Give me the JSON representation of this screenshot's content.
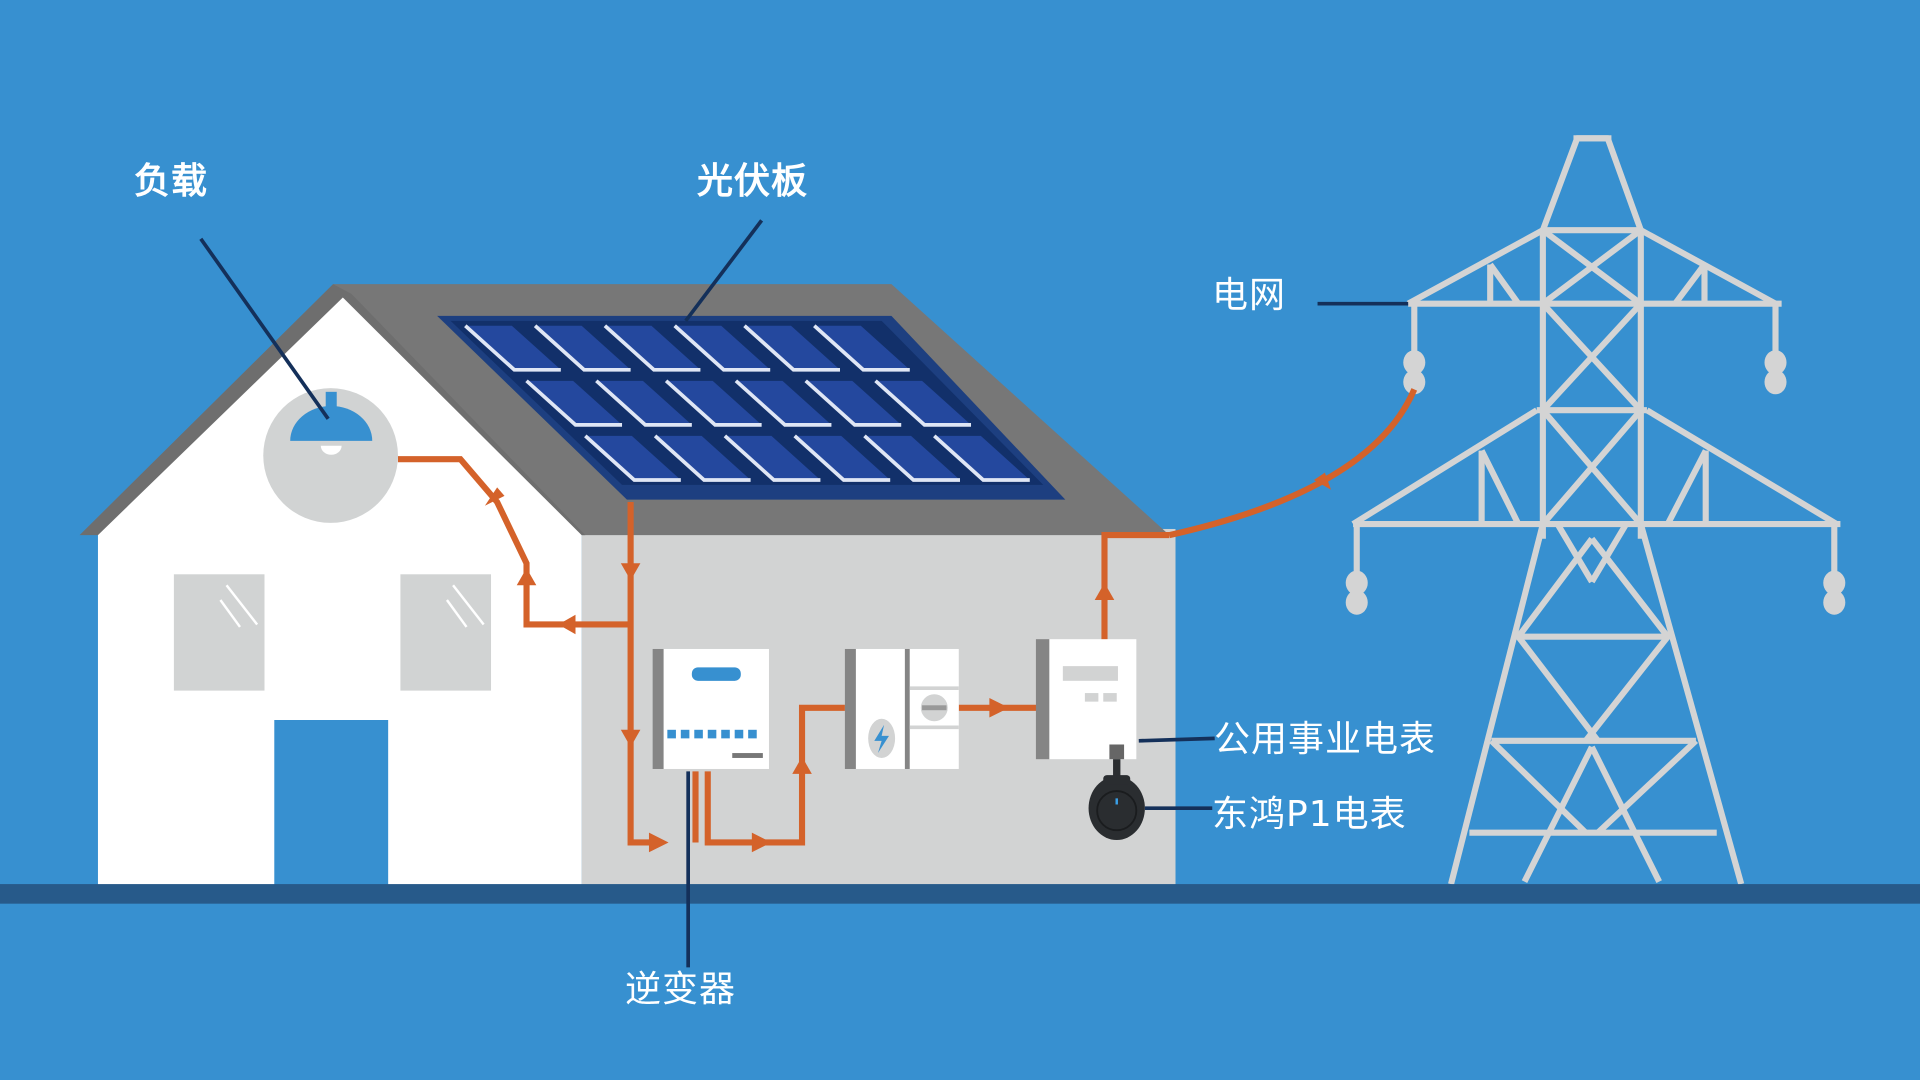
{
  "title": "Solar PV system with grid connection",
  "colors": {
    "background": "#3790d0",
    "ground": "#275a8a",
    "roof": "#777777",
    "house_front": "#ffffff",
    "house_side": "#d2d3d3",
    "solar_panel": "#24489e",
    "power_flow": "#d4622a",
    "leader_line": "#14305a",
    "tower": "#d4d4d4"
  },
  "labels": {
    "load": "负载",
    "pv_panel": "光伏板",
    "grid": "电网",
    "utility_meter": "公用事业电表",
    "p1_meter": "东鸿P1电表",
    "inverter": "逆变器"
  },
  "components": [
    {
      "id": "load",
      "label_key": "load",
      "icon": "lamp-icon"
    },
    {
      "id": "pv_panel",
      "label_key": "pv_panel",
      "icon": "solar-panel-icon",
      "rows": 3,
      "cols": 6
    },
    {
      "id": "inverter",
      "label_key": "inverter",
      "icon": "inverter-icon"
    },
    {
      "id": "battery_unit",
      "label_key": null,
      "icon": "battery-charger-icon"
    },
    {
      "id": "utility_meter",
      "label_key": "utility_meter",
      "icon": "meter-icon"
    },
    {
      "id": "p1_meter",
      "label_key": "p1_meter",
      "icon": "p1-dongle-icon"
    },
    {
      "id": "grid",
      "label_key": "grid",
      "icon": "power-tower-icon"
    }
  ],
  "flows": [
    {
      "from": "pv_panel",
      "to": "inverter"
    },
    {
      "from": "inverter",
      "to": "load"
    },
    {
      "from": "inverter",
      "to": "battery_unit"
    },
    {
      "from": "battery_unit",
      "to": "utility_meter"
    },
    {
      "from": "utility_meter",
      "to": "grid"
    }
  ]
}
